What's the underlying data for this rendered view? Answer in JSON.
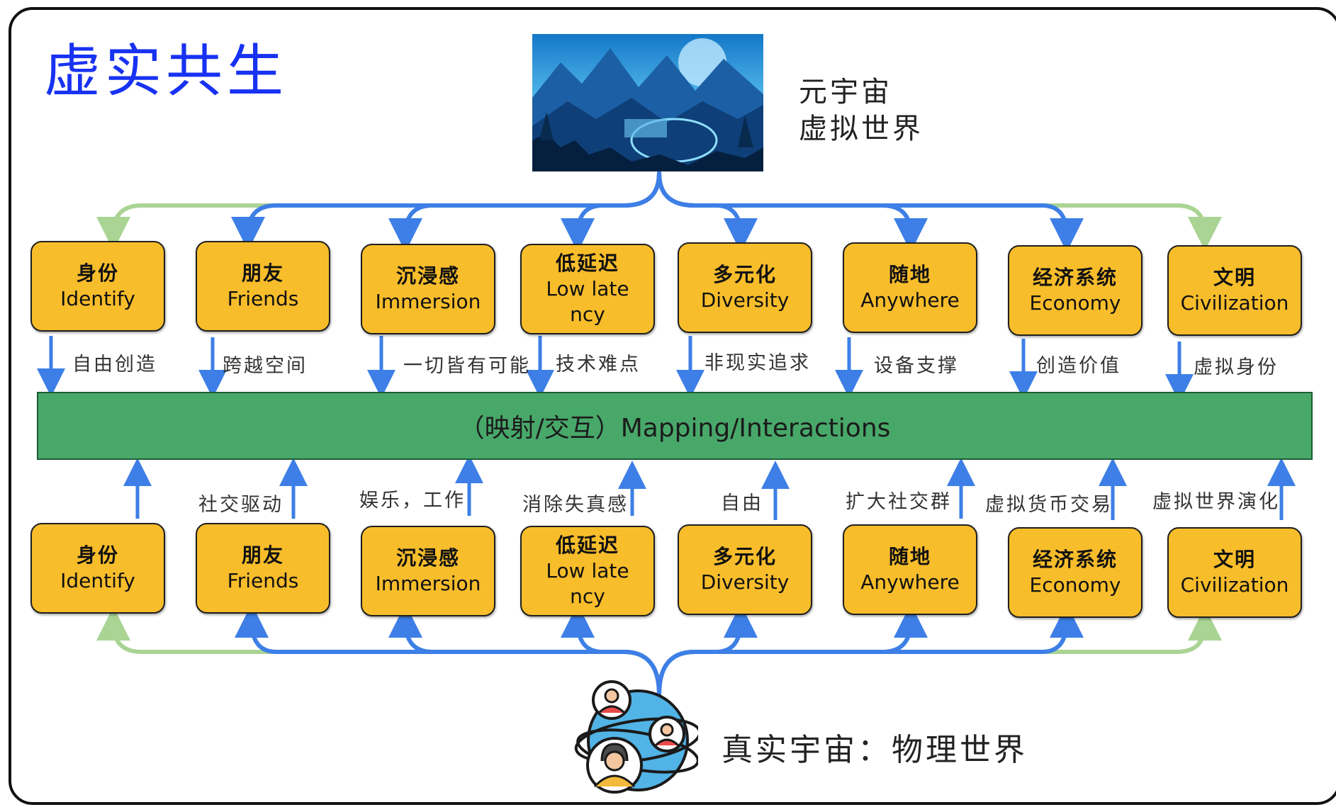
{
  "title": "虚实共生",
  "virtual_world": {
    "line1": "元宇宙",
    "line2": "虚拟世界"
  },
  "physical_world": {
    "label": "真实宇宙：物理世界"
  },
  "mapping_bar": "（映射/交互）Mapping/Interactions",
  "colors": {
    "node_fill": "#f8bd2b",
    "bar_fill": "#48a86a",
    "arrow_blue": "#3d7fe6",
    "arrow_green": "#a9d493",
    "title_blue": "#1832f2"
  },
  "top_nodes": [
    {
      "cn": "身份",
      "en": "Identify"
    },
    {
      "cn": "朋友",
      "en": "Friends"
    },
    {
      "cn": "沉浸感",
      "en": "Immersion"
    },
    {
      "cn": "低延迟",
      "en": "Low latency"
    },
    {
      "cn": "多元化",
      "en": "Diversity"
    },
    {
      "cn": "随地",
      "en": "Anywhere"
    },
    {
      "cn": "经济系统",
      "en": "Economy"
    },
    {
      "cn": "文明",
      "en": "Civilization"
    }
  ],
  "bottom_nodes": [
    {
      "cn": "身份",
      "en": "Identify"
    },
    {
      "cn": "朋友",
      "en": "Friends"
    },
    {
      "cn": "沉浸感",
      "en": "Immersion"
    },
    {
      "cn": "低延迟",
      "en": "Low latency"
    },
    {
      "cn": "多元化",
      "en": "Diversity"
    },
    {
      "cn": "随地",
      "en": "Anywhere"
    },
    {
      "cn": "经济系统",
      "en": "Economy"
    },
    {
      "cn": "文明",
      "en": "Civilization"
    }
  ],
  "top_edges": [
    "自由创造",
    "跨越空间",
    "一切皆有可能",
    "技术难点",
    "非现实追求",
    "设备支撑",
    "创造价值",
    "虚拟身份"
  ],
  "bottom_edges": [
    "",
    "社交驱动",
    "娱乐，工作",
    "消除失真感",
    "自由",
    "扩大社交群",
    "虚拟货币交易",
    "虚拟世界演化"
  ]
}
